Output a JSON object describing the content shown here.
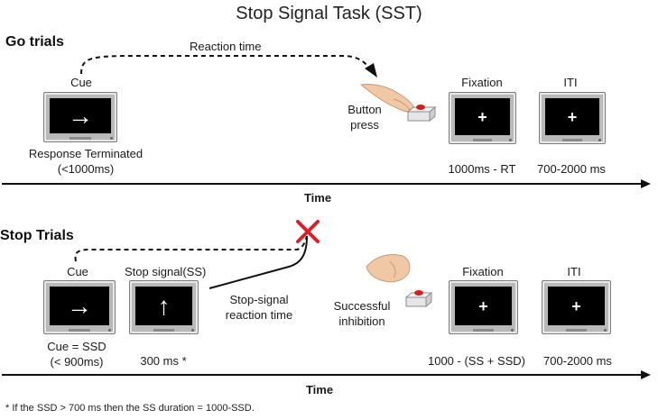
{
  "title": "Stop Signal Task (SST)",
  "go": {
    "section_label": "Go trials",
    "reaction_time_label": "Reaction time",
    "cue_label": "Cue",
    "cue_caption_line1": "Response Terminated",
    "cue_caption_line2": "(<1000ms)",
    "button_line1": "Button",
    "button_line2": "press",
    "fixation_label": "Fixation",
    "fixation_timing": "1000ms - RT",
    "iti_label": "ITI",
    "iti_timing": "700-2000 ms",
    "time_label": "Time",
    "cue_symbol": "→",
    "fixation_symbol": "+"
  },
  "stop": {
    "section_label": "Stop Trials",
    "cue_label": "Cue",
    "cue_caption_line1": "Cue = SSD",
    "cue_caption_line2": "(< 900ms)",
    "stop_signal_label": "Stop signal(SS)",
    "stop_signal_timing": "300 ms *",
    "ssrt_line1": "Stop-signal",
    "ssrt_line2": "reaction time",
    "inhibition_line1": "Successful",
    "inhibition_line2": "inhibition",
    "fixation_label": "Fixation",
    "fixation_timing": "1000 - (SS + SSD)",
    "iti_label": "ITI",
    "iti_timing": "700-2000 ms",
    "time_label": "Time",
    "cue_symbol": "→",
    "stop_symbol": "↑",
    "fixation_symbol": "+"
  },
  "footnote": "* If the SSD > 700 ms then the SS duration = 1000-SSD.",
  "colors": {
    "cancel_mark": "#d6232a",
    "button_red": "#d01f1f",
    "screen": "#000000",
    "monitor_frame": "#b9b9b9",
    "hand": "#f1c8a6"
  },
  "icons": {
    "cancel": "x-mark-icon",
    "hand": "hand-icon",
    "button": "red-button-icon"
  }
}
